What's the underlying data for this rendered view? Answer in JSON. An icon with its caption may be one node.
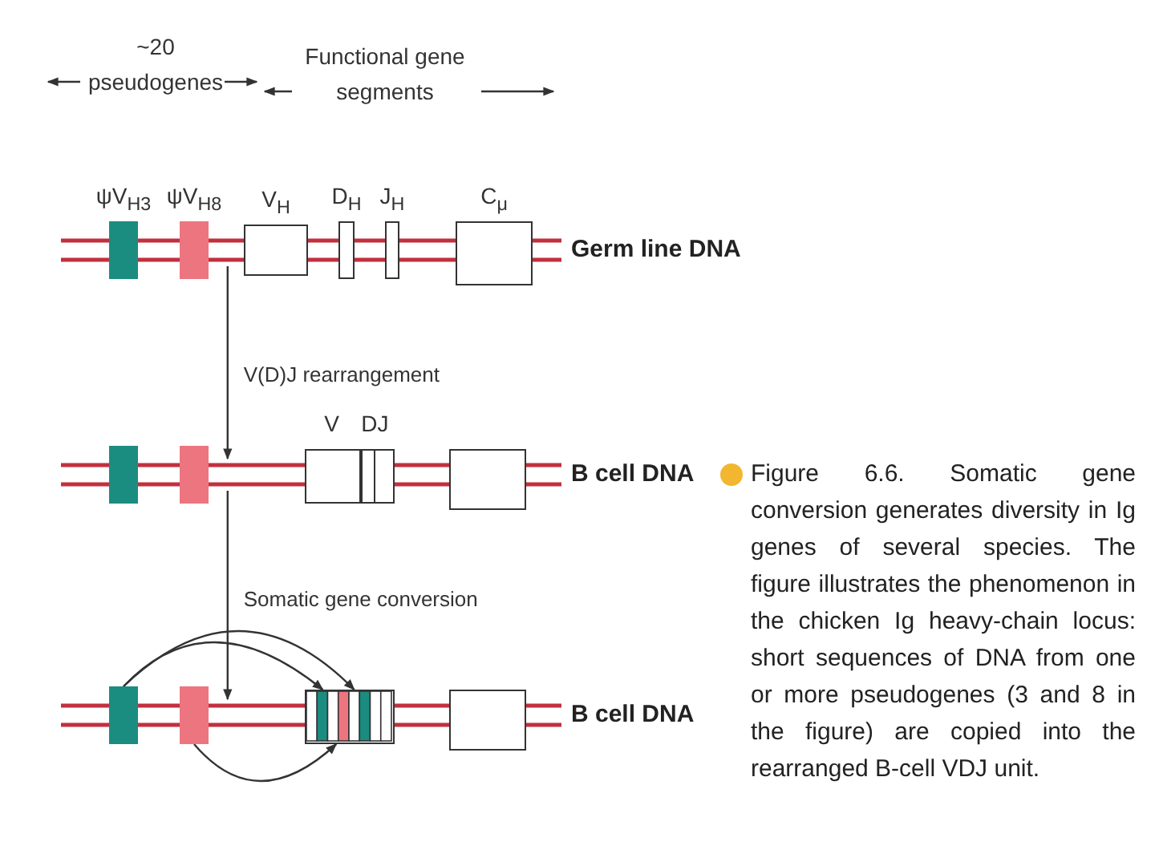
{
  "diagram": {
    "caption": "Figure 6.6. Somatic gene conversion generates diversity in Ig genes of several species. The figure illustrates the phenomenon in the chicken Ig heavy-chain locus: short sequences of DNA from one or more pseudogenes (3 and 8 in the figure) are copied into the rearranged B-cell VDJ unit.",
    "nodes": [
      {
        "text": [],
        "shape": "bar",
        "beside": [
          "Germ line DNA"
        ]
      },
      {
        "text": [
          "ψV$_{H3}$"
        ]
      },
      {
        "text": [
          "ψV$_{H8}$"
        ]
      },
      {
        "text": [
          "V$_{H}$"
        ]
      },
      {
        "text": [
          "D$_{H}$"
        ]
      },
      {
        "text": [
          "J$_{H}$"
        ]
      },
      {
        "text": [
          "C$_{μ}$"
        ]
      },
      {
        "text": [],
        "shape": "bar",
        "beside": [
          "B cell DNA"
        ]
      },
      {
        "text": [],
        "shape": "box"
      },
      {
        "text": [],
        "shape": "box"
      },
      {
        "text": [
          "V",
          "DJ"
        ]
      },
      {
        "text": [],
        "shape": "box"
      },
      {
        "text": [],
        "shape": "bar",
        "beside": [
          "B cell DNA"
        ]
      },
      {
        "text": [],
        "shape": "box"
      },
      {
        "text": [],
        "shape": "box"
      },
      {
        "text": [],
        "shape": "box"
      },
      {
        "text": [],
        "shape": "box"
      }
    ],
    "edges": [
      {
        "from": 0,
        "to": 7,
        "arrow": "to",
        "label": "V(D)J rearrangement"
      },
      {
        "from": 7,
        "to": 12,
        "arrow": "to",
        "label": "Somatic gene conversion"
      },
      {
        "from": 13,
        "to": 15,
        "arrow": "to"
      },
      {
        "from": 13,
        "to": 15,
        "arrow": "to"
      },
      {
        "from": 14,
        "to": 15,
        "arrow": "to"
      }
    ],
    "labels": [
      "~20 pseudogenes",
      "Functional gene segments"
    ]
  }
}
